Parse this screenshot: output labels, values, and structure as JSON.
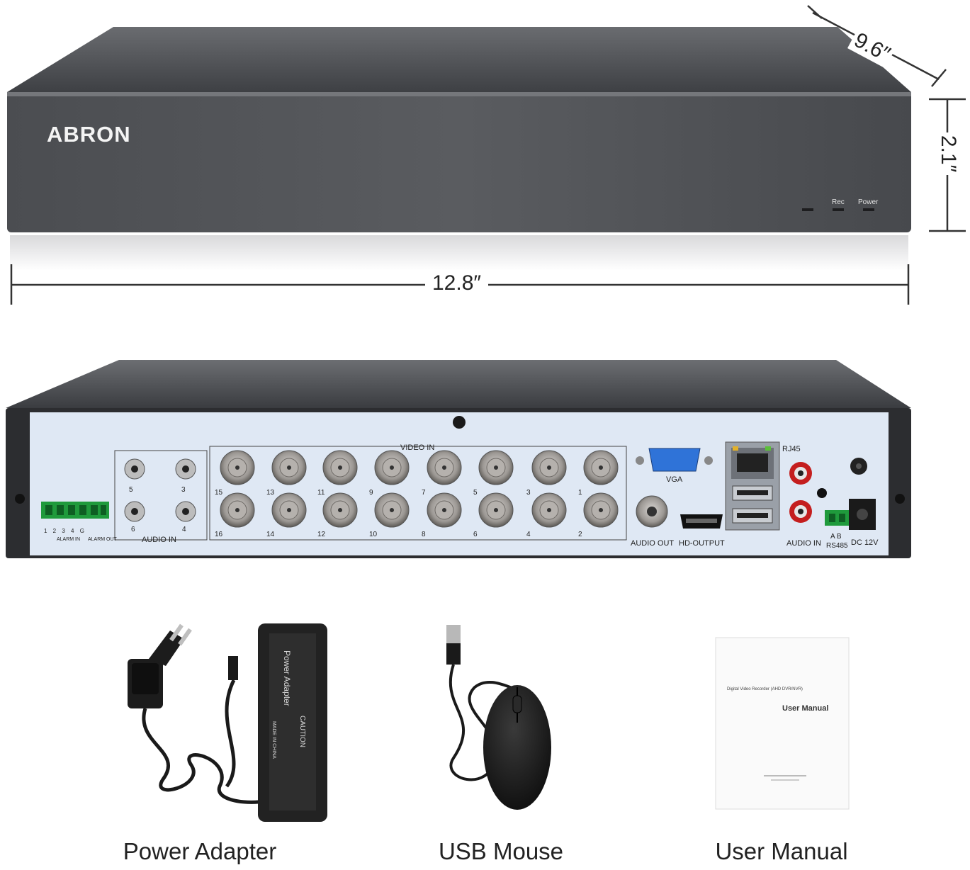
{
  "front": {
    "brand": "ABRON",
    "led_labels": [
      "Rec",
      "Power"
    ]
  },
  "dimensions": {
    "depth": "9.6″",
    "height": "2.1″",
    "width": "12.8″"
  },
  "rear": {
    "video_in_label": "VIDEO IN",
    "video_top_numbers": [
      "15",
      "13",
      "11",
      "9",
      "7",
      "5",
      "3",
      "1"
    ],
    "video_bottom_numbers": [
      "16",
      "14",
      "12",
      "10",
      "8",
      "6",
      "4",
      "2"
    ],
    "audio_in_numbers_top": [
      "5",
      "3"
    ],
    "audio_in_numbers_bottom": [
      "6",
      "4"
    ],
    "audio_in_label": "AUDIO IN",
    "alarm_pins": "1 2 3 4 G",
    "alarm_in_label": "ALARM IN",
    "alarm_out_label": "ALARM OUT",
    "vga_label": "VGA",
    "audio_out_label": "AUDIO OUT",
    "hd_output_label": "HD-OUTPUT",
    "rj45_label": "RJ45",
    "audio_in_right_label": "AUDIO IN",
    "rs485_ab": "A B",
    "rs485_label": "RS485",
    "dc_label": "DC 12V"
  },
  "accessories": {
    "adapter_caption": "Power Adapter",
    "mouse_caption": "USB Mouse",
    "manual_caption": "User Manual",
    "adapter_label_title": "Power Adapter",
    "adapter_label_caution": "CAUTION",
    "adapter_label_origin": "MADE IN CHINA",
    "manual_heading": "Digital Video Recorder (AHD DVR/NVR)",
    "manual_title": "User Manual"
  }
}
